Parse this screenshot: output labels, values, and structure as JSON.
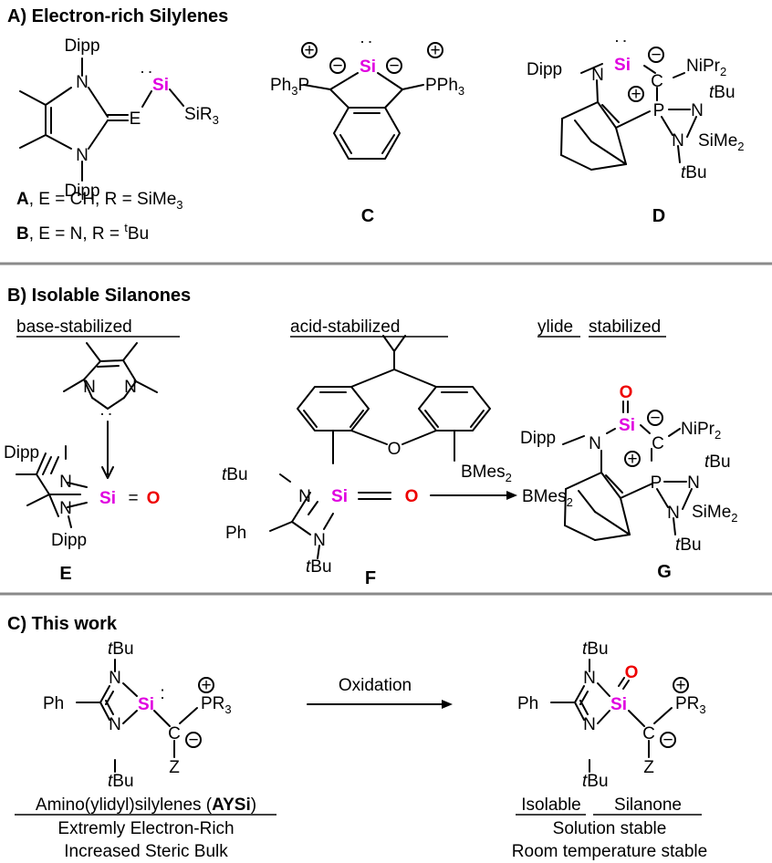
{
  "sections": {
    "a": {
      "title": "A) Electron-rich Silylenes"
    },
    "b": {
      "title": "B) Isolable Silanones"
    },
    "c": {
      "title": "C) This work"
    }
  },
  "compounds": {
    "A": {
      "label": "A",
      "caption": ", E = CH, R = SiMe"
    },
    "B": {
      "label": "B",
      "caption": ", E = N, R = "
    },
    "C": {
      "label": "C"
    },
    "D": {
      "label": "D"
    },
    "E": {
      "label": "E"
    },
    "F": {
      "label": "F"
    },
    "G": {
      "label": "G"
    }
  },
  "stabilization": {
    "base": "base-stabilized",
    "acid": "acid-stabilized",
    "ylide_1": "ylide",
    "ylide_2": "stabilized"
  },
  "atoms": {
    "dipp": "Dipp",
    "si": "Si",
    "e": "E",
    "sir3": "SiR",
    "ph3p": "Ph",
    "pph3": "PPh",
    "n": "N",
    "c": "C",
    "p": "P",
    "nipr2": "NiPr",
    "tbu_t": "t",
    "bu": "Bu",
    "sime2": "SiMe",
    "o": "O",
    "bmes2": "BMes",
    "ph": "Ph",
    "pr3": "PR",
    "z": "Z",
    "sub3": "3",
    "sub2": "2",
    "plus": "+",
    "minus": "−",
    "lone_pair": ":",
    "eq": "="
  },
  "reaction": {
    "arrow_label": "Oxidation"
  },
  "this_work": {
    "left_name_pre": "Amino(ylidyl)silylenes (",
    "left_name_abbr": "AYSi",
    "left_name_post": ")",
    "left_line2": "Extremly Electron-Rich",
    "left_line3": "Increased Steric Bulk",
    "right_name_1": "Isolable",
    "right_name_2": "Silanone",
    "right_line2": "Solution stable",
    "right_line3": "Room temperature stable"
  }
}
